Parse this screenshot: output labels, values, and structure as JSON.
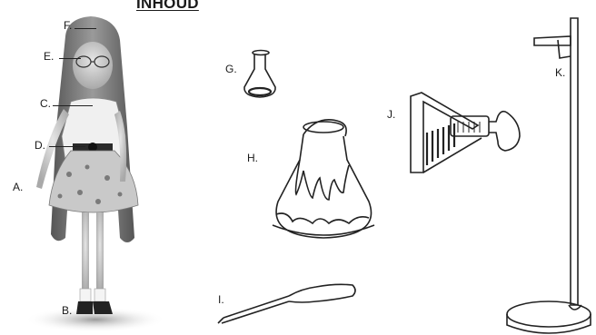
{
  "page": {
    "title": "INHOUD"
  },
  "items": {
    "a": "A.",
    "b": "B.",
    "c": "C.",
    "d": "D.",
    "e": "E.",
    "f": "F.",
    "g": "G.",
    "h": "H.",
    "i": "I.",
    "j": "J.",
    "k": "K."
  }
}
